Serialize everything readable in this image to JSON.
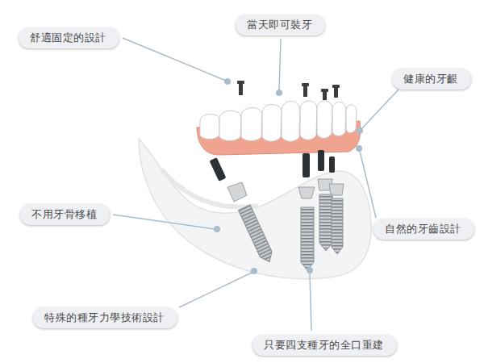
{
  "diagram": {
    "nodes": [
      {
        "text": [
          "舒適固定的設計"
        ]
      },
      {
        "text": [
          "當天即可裝牙"
        ]
      },
      {
        "text": [
          "健康的牙齦"
        ]
      },
      {
        "text": [
          "不用牙骨移植"
        ]
      },
      {
        "text": [
          "自然的牙齒設計"
        ]
      },
      {
        "text": [
          "特殊的種牙力學技術設計"
        ]
      },
      {
        "text": [
          "只要四支種牙的全口重建"
        ]
      }
    ]
  }
}
